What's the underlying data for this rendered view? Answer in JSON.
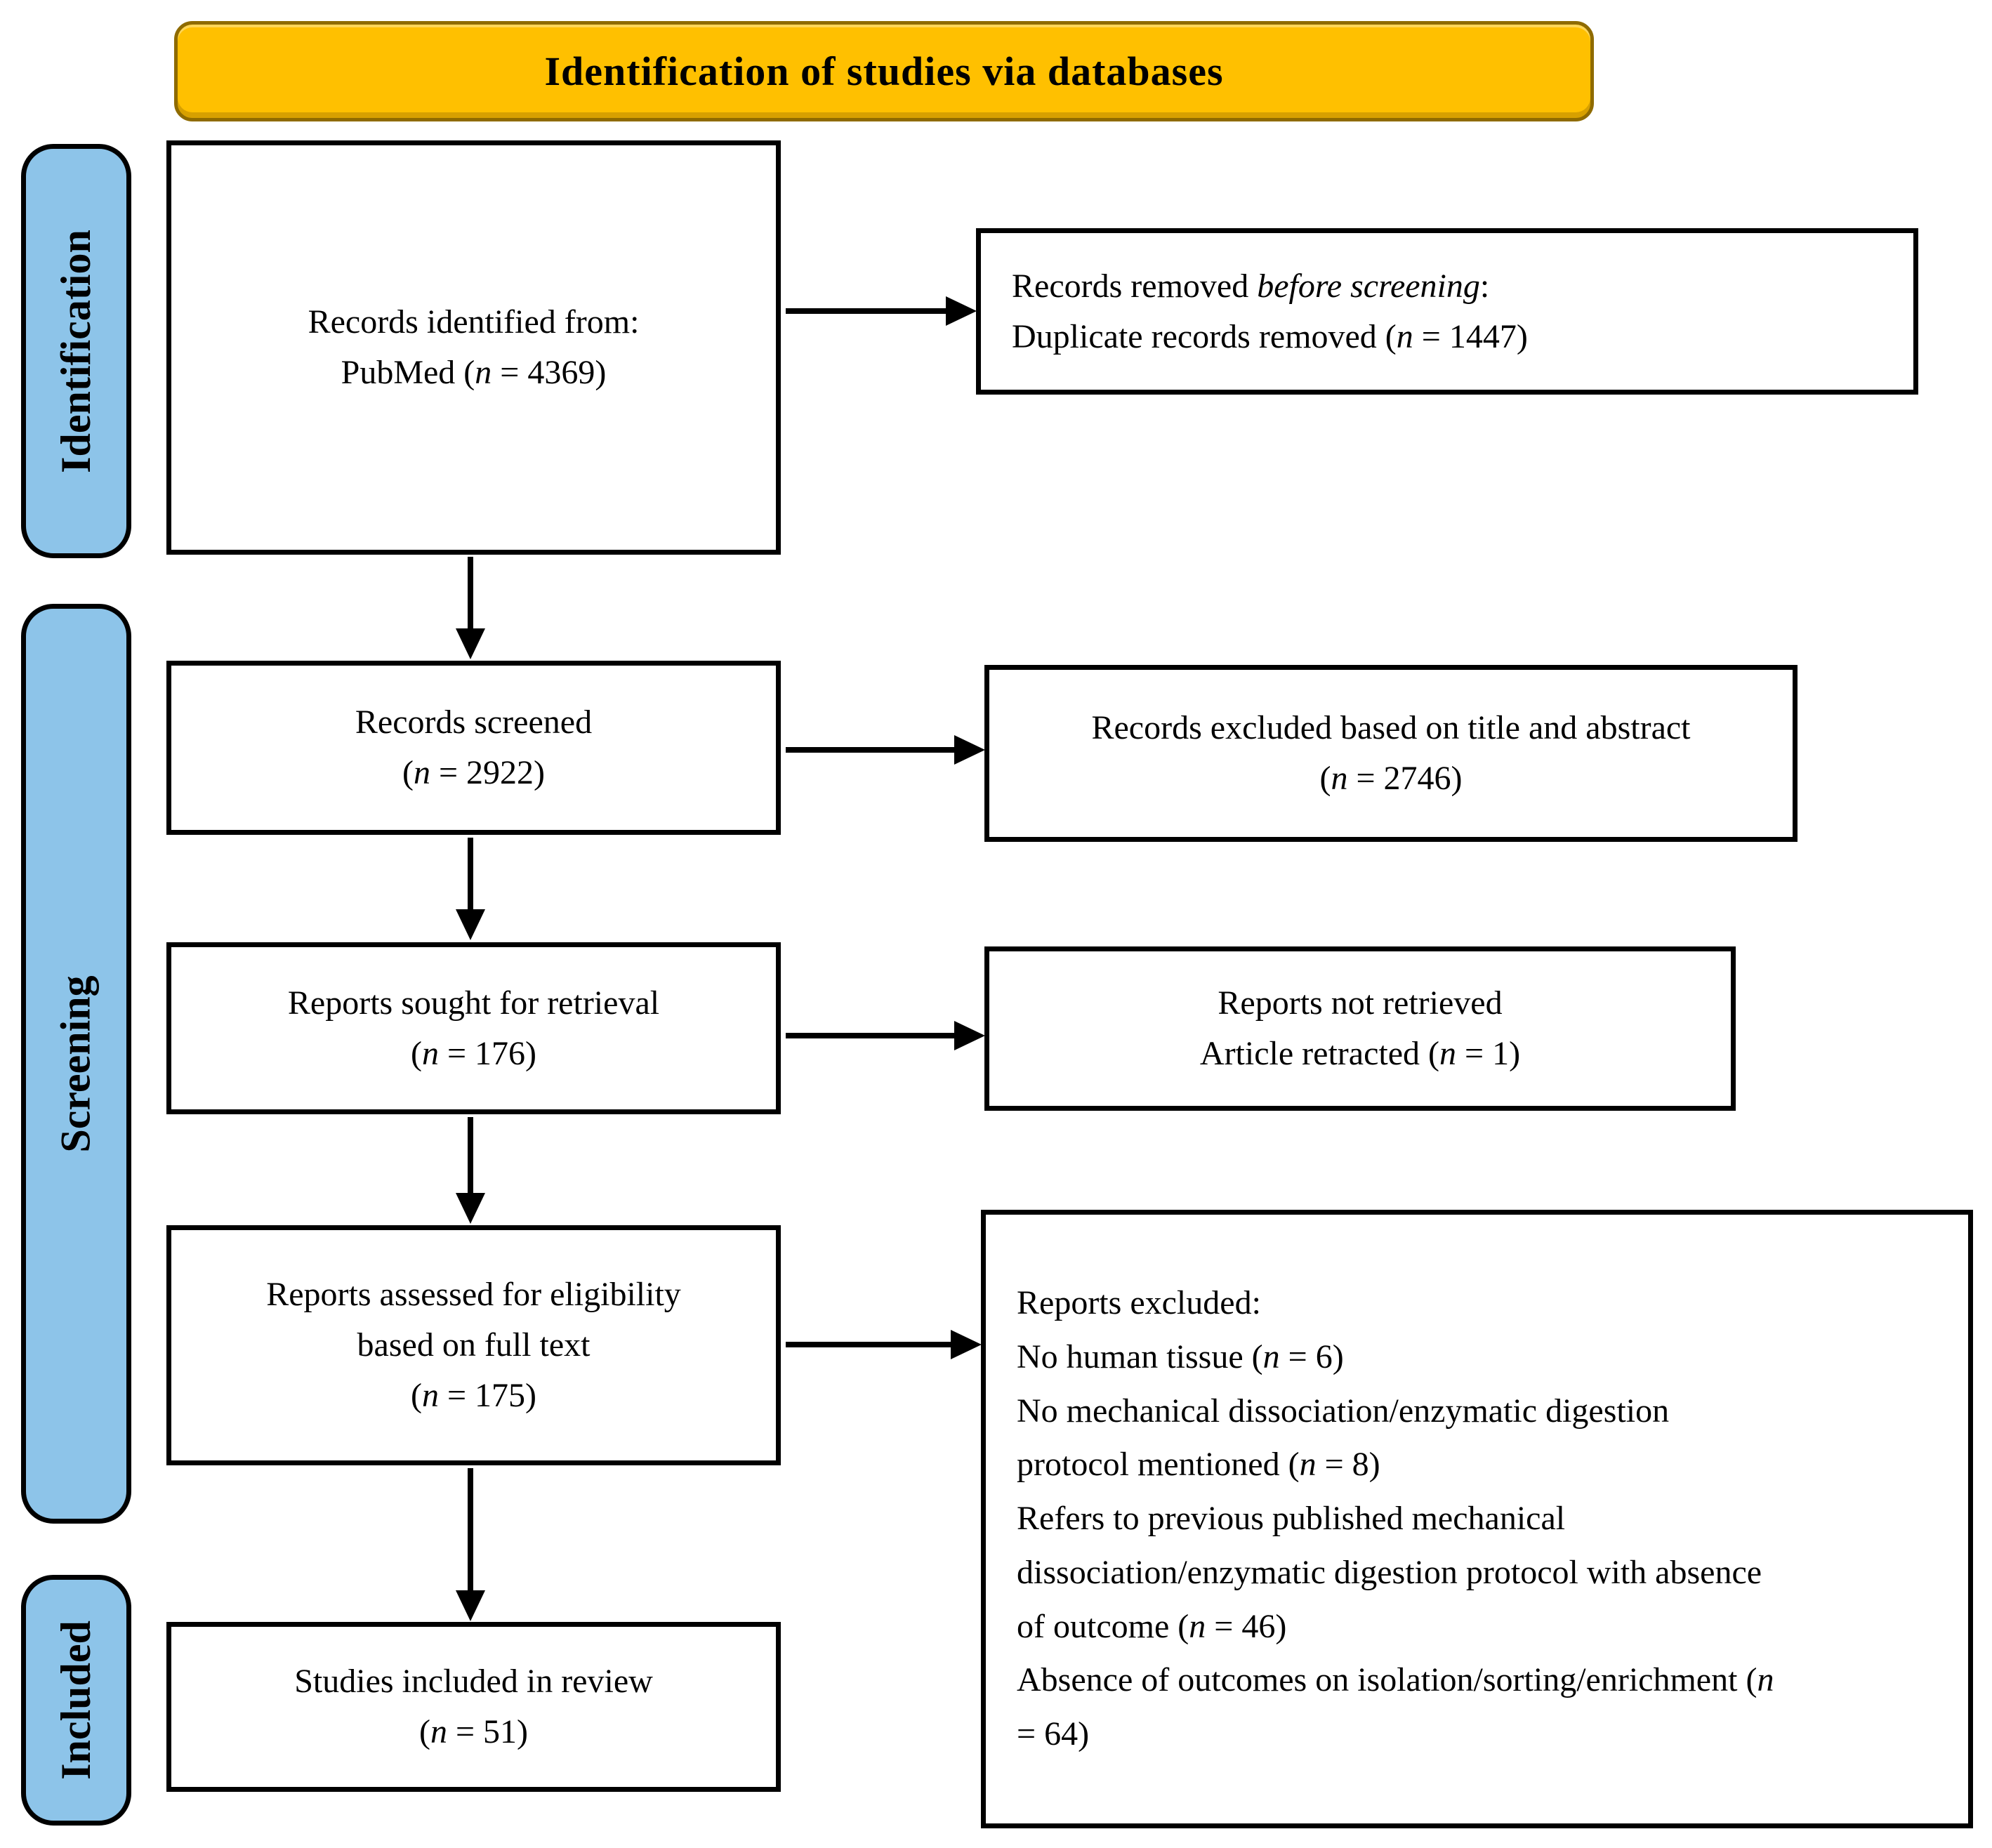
{
  "header": {
    "title": "Identification of studies via databases"
  },
  "stages": [
    {
      "label": "Identification"
    },
    {
      "label": "Screening"
    },
    {
      "label": "Included"
    }
  ],
  "boxes": {
    "records_identified": {
      "lines": [
        [
          {
            "t": "Records identified from:"
          }
        ],
        [
          {
            "t": "PubMed ("
          },
          {
            "t": "n",
            "i": true
          },
          {
            "t": " = 4369)"
          }
        ]
      ]
    },
    "records_removed": {
      "lines": [
        [
          {
            "t": "Records removed "
          },
          {
            "t": "before screening",
            "i": true
          },
          {
            "t": ":"
          }
        ],
        [
          {
            "t": "Duplicate records removed ("
          },
          {
            "t": "n",
            "i": true
          },
          {
            "t": " = 1447)"
          }
        ]
      ]
    },
    "records_screened": {
      "lines": [
        [
          {
            "t": "Records screened"
          }
        ],
        [
          {
            "t": "("
          },
          {
            "t": "n",
            "i": true
          },
          {
            "t": " = 2922)"
          }
        ]
      ]
    },
    "records_excluded": {
      "lines": [
        [
          {
            "t": "Records excluded based on title and abstract"
          }
        ],
        [
          {
            "t": "("
          },
          {
            "t": "n",
            "i": true
          },
          {
            "t": " = 2746)"
          }
        ]
      ]
    },
    "reports_sought": {
      "lines": [
        [
          {
            "t": "Reports sought for retrieval"
          }
        ],
        [
          {
            "t": "("
          },
          {
            "t": "n",
            "i": true
          },
          {
            "t": " = 176)"
          }
        ]
      ]
    },
    "reports_not_retrieved": {
      "lines": [
        [
          {
            "t": "Reports not retrieved"
          }
        ],
        [
          {
            "t": "Article retracted ("
          },
          {
            "t": "n",
            "i": true
          },
          {
            "t": " = 1)"
          }
        ]
      ]
    },
    "reports_assessed": {
      "lines": [
        [
          {
            "t": "Reports assessed for eligibility"
          }
        ],
        [
          {
            "t": "based on full text"
          }
        ],
        [
          {
            "t": "("
          },
          {
            "t": "n",
            "i": true
          },
          {
            "t": " = 175)"
          }
        ]
      ]
    },
    "reports_excluded": {
      "lines": [
        [
          {
            "t": "Reports excluded:"
          }
        ],
        [
          {
            "t": "No human tissue ("
          },
          {
            "t": "n",
            "i": true
          },
          {
            "t": " = 6)"
          }
        ],
        [
          {
            "t": "No mechanical dissociation/enzymatic digestion"
          }
        ],
        [
          {
            "t": "protocol mentioned ("
          },
          {
            "t": "n",
            "i": true
          },
          {
            "t": " = 8)"
          }
        ],
        [
          {
            "t": "Refers to previous published mechanical"
          }
        ],
        [
          {
            "t": "dissociation/enzymatic digestion protocol with absence"
          }
        ],
        [
          {
            "t": "of outcome ("
          },
          {
            "t": "n",
            "i": true
          },
          {
            "t": " = 46)"
          }
        ],
        [
          {
            "t": "Absence of outcomes on isolation/sorting/enrichment ("
          },
          {
            "t": "n",
            "i": true
          }
        ],
        [
          {
            "t": "= 64)"
          }
        ]
      ]
    },
    "studies_included": {
      "lines": [
        [
          {
            "t": "Studies included in review"
          }
        ],
        [
          {
            "t": "("
          },
          {
            "t": "n",
            "i": true
          },
          {
            "t": " = 51)"
          }
        ]
      ]
    }
  },
  "colors": {
    "header_fill": "#FFC000",
    "header_border": "#8F6B00",
    "stage_fill": "#8DC4E9",
    "box_border": "#000000",
    "arrow": "#000000"
  }
}
